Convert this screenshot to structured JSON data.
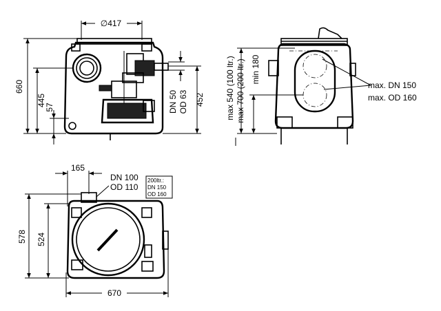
{
  "labels": {
    "front": {
      "diameter": "∅417",
      "height_total": "660",
      "height_inlet": "445",
      "height_low": "57",
      "dn_right": "DN 50",
      "od_right": "OD 63",
      "height_right": "452"
    },
    "side": {
      "max540": "max 540 (100 ltr.)",
      "max700": "max 700 (200 ltr.)",
      "min180": "min 180",
      "max_dn": "max. DN 150",
      "max_od": "max. OD 160"
    },
    "top": {
      "offset": "165",
      "dn_inlet": "DN 100",
      "od_inlet": "OD 110",
      "box_line1": "200ltr.:",
      "box_line2": "DN 150",
      "box_line3": "OD 160",
      "height_outer": "578",
      "height_inner": "524",
      "width": "670"
    }
  }
}
